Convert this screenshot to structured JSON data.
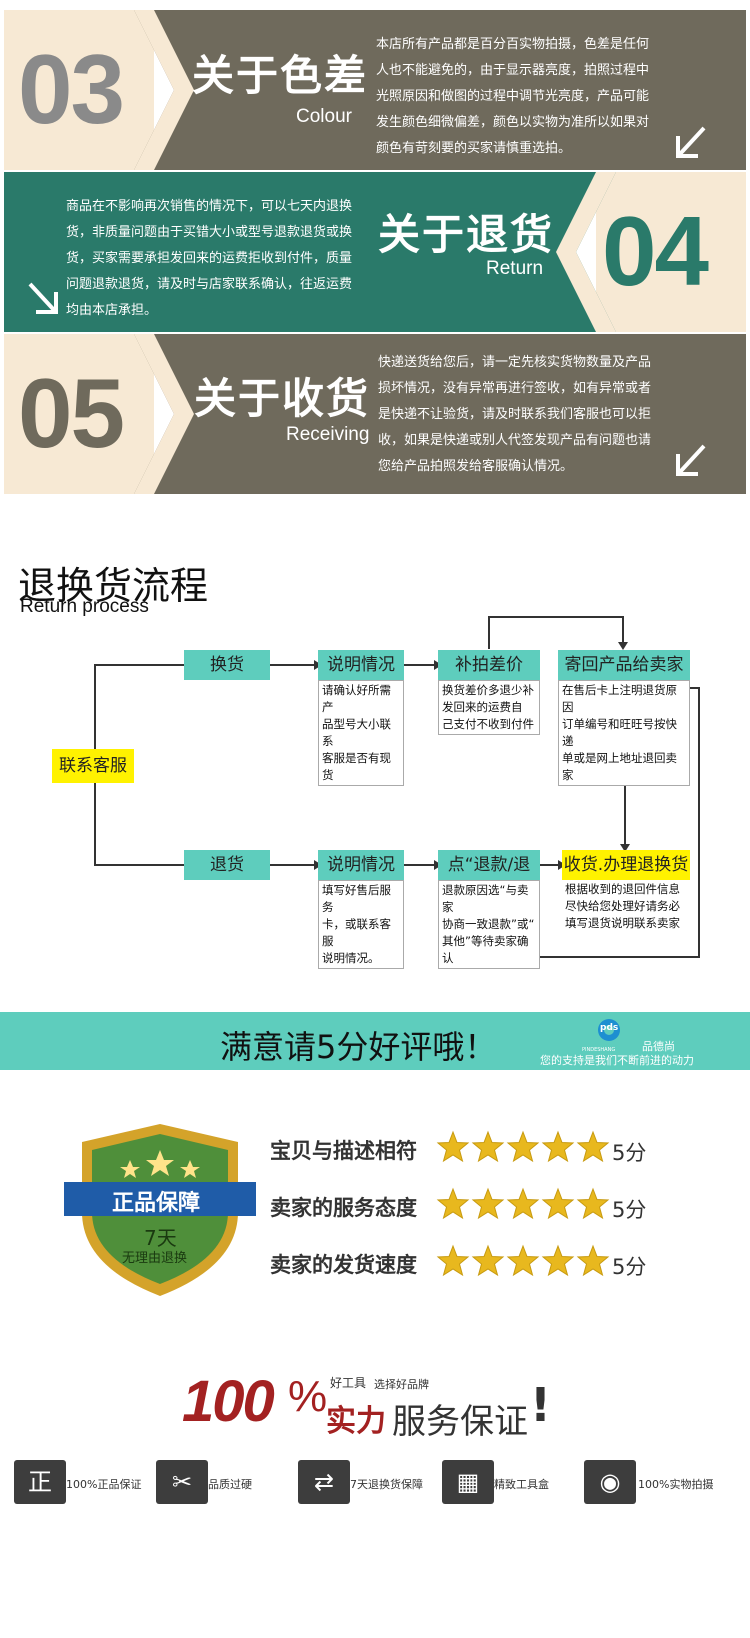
{
  "colors": {
    "taupe": "#6f6a5c",
    "teal": "#2a7a6a",
    "cream": "#f7e9d4",
    "process_teal": "#5ecdbd",
    "yellow": "#fff200",
    "dark_red": "#a32121"
  },
  "banners": [
    {
      "number": "03",
      "title": "关于色差",
      "subtitle": "Colour",
      "lines": [
        "本店所有产品都是百分百实物拍摄，色差是任何",
        "人也不能避免的，由于显示器亮度，拍照过程中",
        "光照原因和做图的过程中调节光亮度，产品可能",
        "发生颜色细微偏差，颜色以实物为准所以如果对",
        "颜色有苛刻要的买家请慎重选拍。"
      ],
      "icon": "arrow-down-left-icon"
    },
    {
      "number": "04",
      "title": "关于退货",
      "subtitle": "Return",
      "lines": [
        "商品在不影响再次销售的情况下，可以七天内退换",
        "货，非质量问题由于买错大小或型号退款退货或换",
        "货，买家需要承担发回来的运费拒收到付件，质量",
        "问题退款退货，请及时与店家联系确认，往返运费",
        "均由本店承担。"
      ],
      "icon": "arrow-down-right-icon"
    },
    {
      "number": "05",
      "title": "关于收货",
      "subtitle": "Receiving",
      "lines": [
        "快递送货给您后，请一定先核实货物数量及产品",
        "损坏情况，没有异常再进行签收，如有异常或者",
        "是快递不让验货，请及时联系我们客服也可以拒",
        "收，如果是快递或别人代签发现产品有问题也请",
        "您给产品拍照发给客服确认情况。"
      ],
      "icon": "arrow-down-left-icon"
    }
  ],
  "process": {
    "title": "退换货流程",
    "subtitle": "Return process",
    "start": "联系客服",
    "exchange": {
      "label": "换货",
      "step1": "说明情况",
      "step1_note": [
        "请确认好所需产",
        "品型号大小联系",
        "客服是否有现货"
      ],
      "step2": "补拍差价",
      "step2_note": [
        "换货差价多退少补",
        "发回来的运费自",
        "己支付不收到付件"
      ],
      "step3": "寄回产品给卖家",
      "step3_note": [
        "在售后卡上注明退货原因",
        "订单编号和旺旺号按快递",
        "单或是网上地址退回卖家"
      ]
    },
    "return": {
      "label": "退货",
      "step1": "说明情况",
      "step1_note": [
        "填写好售后服务",
        "卡，或联系客服",
        "说明情况。"
      ],
      "step2": "点“退款/退货”",
      "step2_note": [
        "退款原因选“与卖家",
        "协商一致退款”或“",
        "其他”等待卖家确认"
      ],
      "step3": "收货.办理退换货",
      "step3_note": [
        "根据收到的退回件信息",
        "尽快给您处理好请务必",
        "填写退货说明联系卖家"
      ]
    }
  },
  "review_banner": {
    "text": "满意请5分好评哦！",
    "logo_text": "pds",
    "logo_sub": "PINDESHANG",
    "brand": "品德尚",
    "slogan": "您的支持是我们不断前进的动力"
  },
  "badge": {
    "title": "正品保障",
    "days": "7天",
    "sub": "无理由退换"
  },
  "ratings": [
    {
      "label": "宝贝与描述相符",
      "stars": 5,
      "score": "5分"
    },
    {
      "label": "卖家的服务态度",
      "stars": 5,
      "score": "5分"
    },
    {
      "label": "卖家的发货速度",
      "stars": 5,
      "score": "5分"
    }
  ],
  "guarantee": {
    "hundred": "100",
    "percent": "%",
    "small1": "好工具",
    "small2": "选择好品牌",
    "strong": "实力",
    "rest": "服务保证",
    "excl": "!"
  },
  "features": [
    {
      "icon": "zheng-icon",
      "glyph": "正",
      "label": "100%正品保证"
    },
    {
      "icon": "tools-icon",
      "glyph": "✂",
      "label": "品质过硬"
    },
    {
      "icon": "exchange-icon",
      "glyph": "⇄",
      "label": "7天退换货保障"
    },
    {
      "icon": "gift-box-icon",
      "glyph": "▦",
      "label": "精致工具盒"
    },
    {
      "icon": "camera-icon",
      "glyph": "◉",
      "label": "100%实物拍摄"
    }
  ]
}
